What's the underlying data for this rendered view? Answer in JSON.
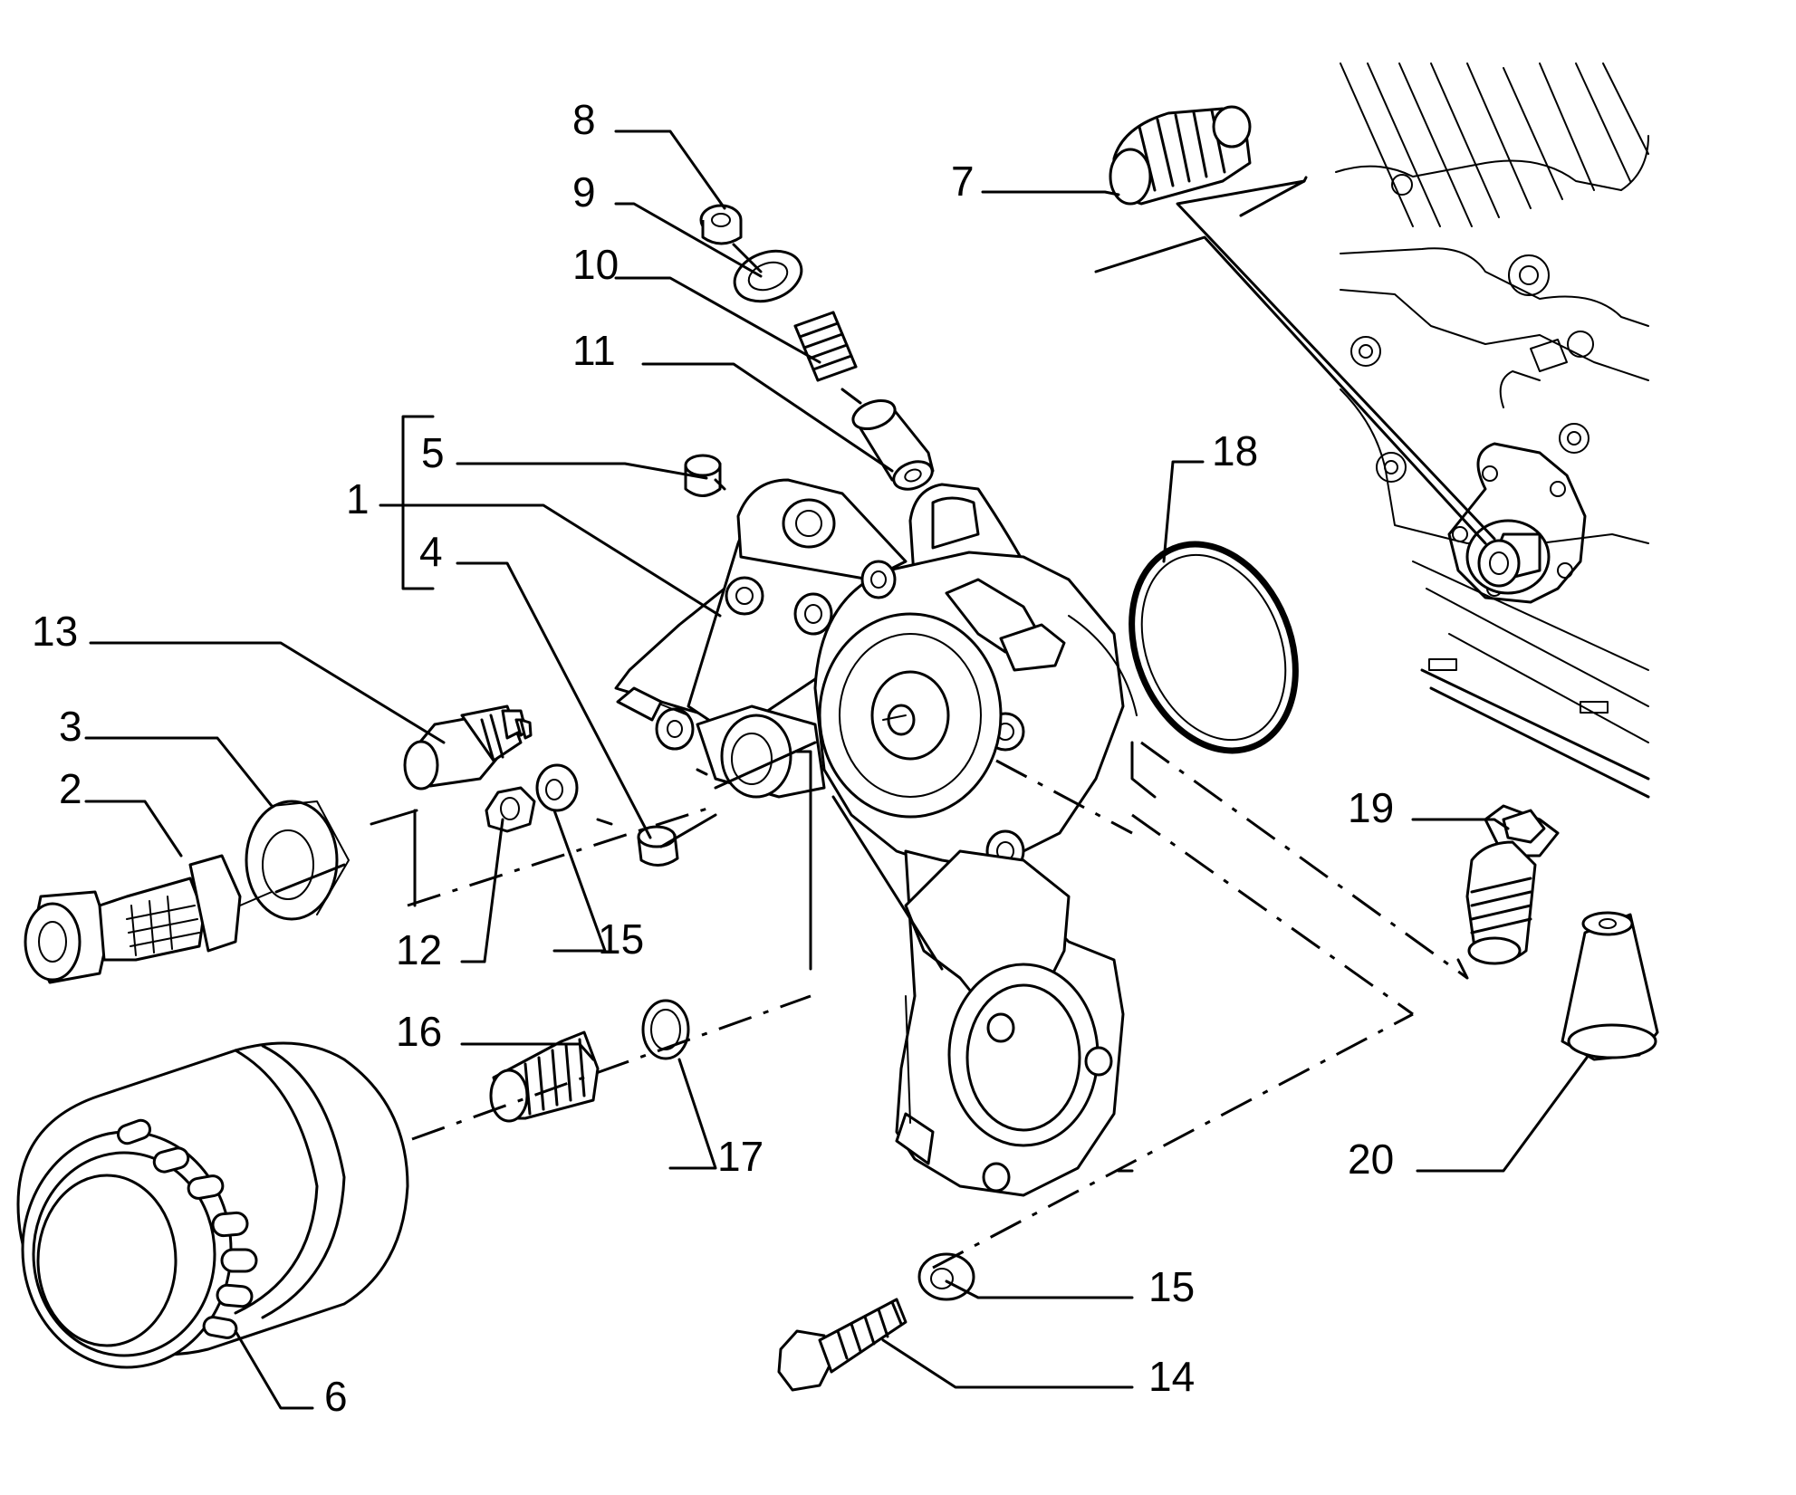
{
  "diagram": {
    "labels": {
      "n1": "1",
      "n2": "2",
      "n3": "3",
      "n4": "4",
      "n5": "5",
      "n6": "6",
      "n7": "7",
      "n8": "8",
      "n9": "9",
      "n10": "10",
      "n11": "11",
      "n12": "12",
      "n13": "13",
      "n14": "14",
      "n15a": "15",
      "n15b": "15",
      "n16": "16",
      "n17": "17",
      "n18": "18",
      "n19": "19",
      "n20": "20"
    }
  }
}
